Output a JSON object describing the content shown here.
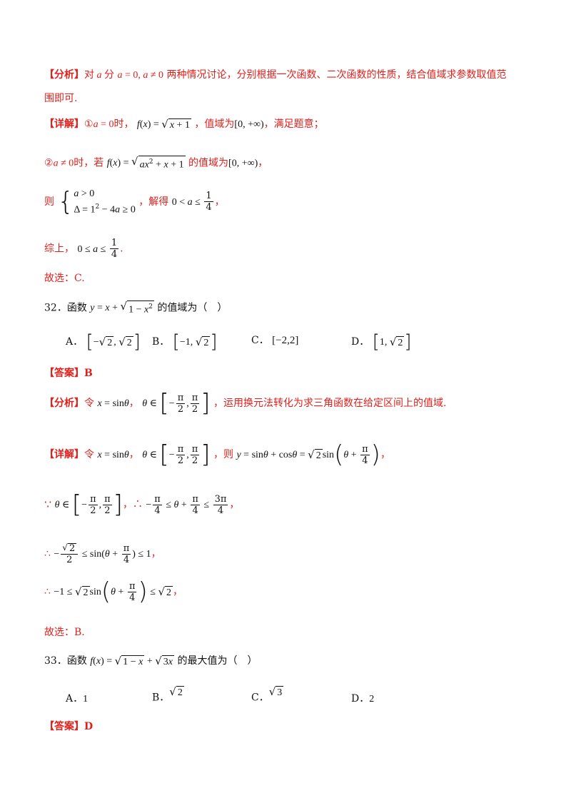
{
  "tags": {
    "analysis": "【分析】",
    "detail": "【详解】",
    "answer": "【答案】"
  },
  "q31": {
    "analysis_a": "对",
    "analysis_b": "分",
    "analysis_c": "两种情况讨论，分别根据一次函数、二次函数的性质，结合值域求参数取值范",
    "analysis_line2": "围即可.",
    "case1_mark": "①",
    "case1_when": "时，",
    "case1_range": "，值域为",
    "case1_end": "，满足题意；",
    "case2_mark": "②",
    "case2_when": "时，若",
    "case2_range": "的值域为",
    "case2_end": "，",
    "then": "则",
    "solve": "，解得",
    "solve_end": "，",
    "summary": "综上，",
    "summary_end": ".",
    "choice": "故选：C."
  },
  "q32": {
    "number": "32．",
    "stem_a": "函数",
    "stem_b": "的值域为（　）",
    "options": [
      {
        "letter": "A．"
      },
      {
        "letter": "B．"
      },
      {
        "letter": "C．"
      },
      {
        "letter": "D．"
      }
    ],
    "answer_letter": "B",
    "analysis_a": "令",
    "analysis_b": "，",
    "analysis_c": "，运用换元法转化为求三角函数在给定区间上的值域.",
    "detail_a": "令",
    "detail_b": "，",
    "detail_c": "，则",
    "detail_end": "，",
    "because": "∵",
    "therefore1": "，∴",
    "therefore1_end": "，",
    "therefore2": "∴",
    "therefore2_end": "，",
    "therefore3": "∴",
    "therefore3_end": "，",
    "choice": "故选：B."
  },
  "q33": {
    "number": "33．",
    "stem_a": "函数",
    "stem_b": "的最大值为（　）",
    "options": [
      {
        "letter": "A．",
        "value": "1"
      },
      {
        "letter": "B．"
      },
      {
        "letter": "C．"
      },
      {
        "letter": "D．",
        "value": "2"
      }
    ],
    "answer_letter": "D"
  }
}
